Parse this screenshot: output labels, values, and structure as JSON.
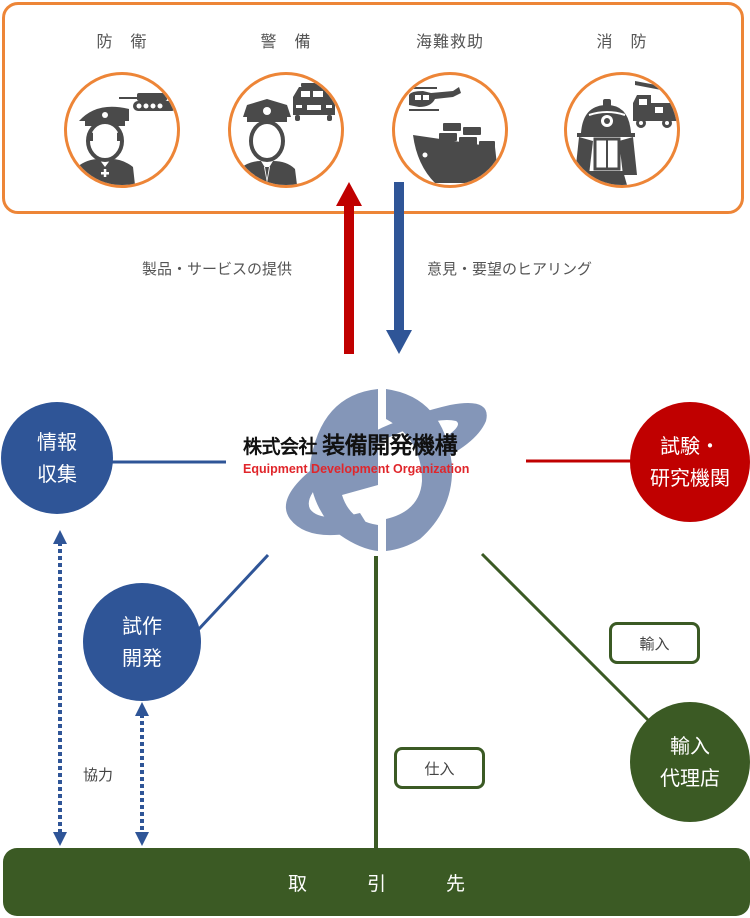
{
  "sectors": [
    {
      "label": "防　衛",
      "icon": "soldier-tank-icon"
    },
    {
      "label": "警　備",
      "icon": "police-car-icon"
    },
    {
      "label": "海難救助",
      "icon": "helicopter-ship-icon"
    },
    {
      "label": "消　防",
      "icon": "firefighter-truck-icon"
    }
  ],
  "flows": {
    "provide_label": "製品・サービスの提供",
    "hearing_label": "意見・要望のヒアリング"
  },
  "company": {
    "name_jp_prefix": "株式会社",
    "name_jp": "装備開発機構",
    "name_en": "Equipment Development Organization"
  },
  "nodes": {
    "info": {
      "line1": "情報",
      "line2": "収集"
    },
    "research": {
      "line1": "試験・",
      "line2": "研究機関"
    },
    "prototype": {
      "line1": "試作",
      "line2": "開発"
    },
    "importer": {
      "line1": "輸入",
      "line2": "代理店"
    }
  },
  "tags": {
    "import": "輸入",
    "purchase": "仕入",
    "cooperation": "協力"
  },
  "partners": {
    "chars": [
      "取",
      "引",
      "先"
    ]
  },
  "colors": {
    "orange": "#ed8537",
    "blue": "#2f5597",
    "red": "#c00000",
    "green": "#3b5a24",
    "logo_grey_blue": "#8496b8",
    "icon_grey": "#4a4a4a"
  }
}
